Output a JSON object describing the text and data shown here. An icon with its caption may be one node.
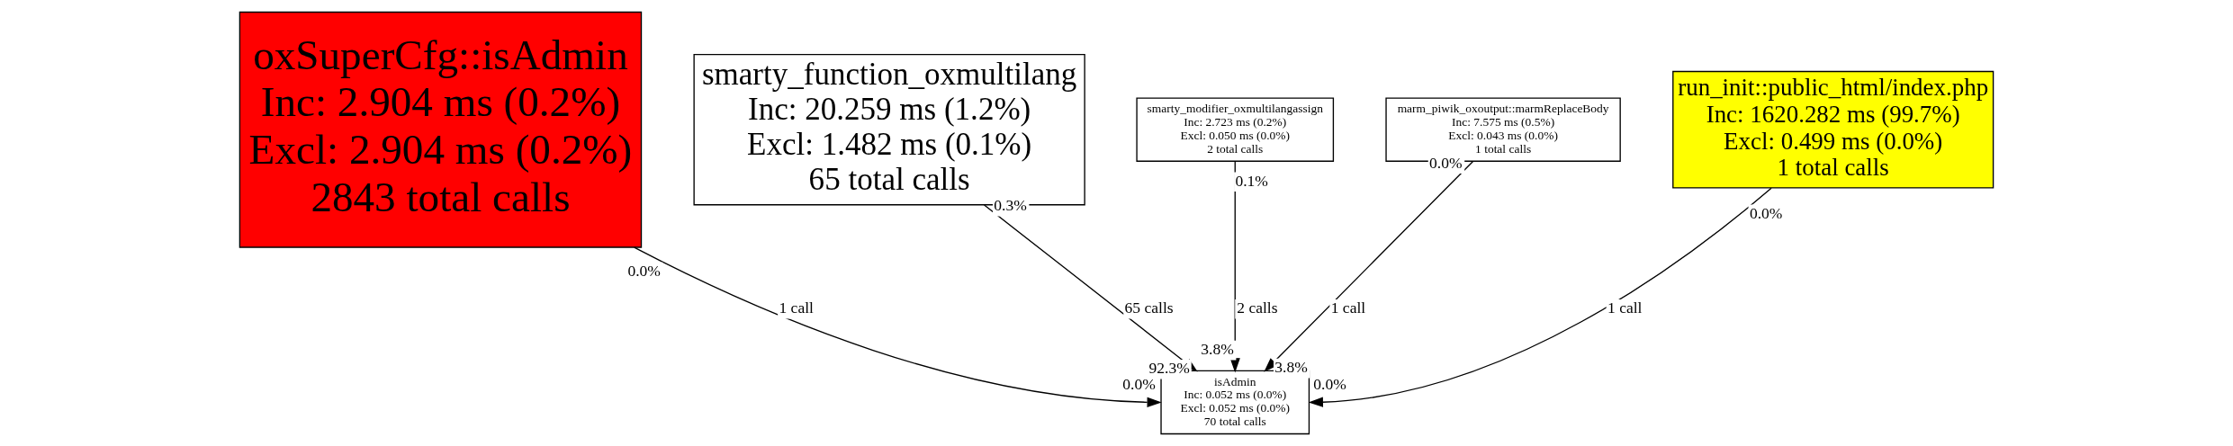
{
  "diagram": {
    "nodes": [
      {
        "text": [
          "oxSuperCfg::isAdmin",
          "Inc: 2.904 ms (0.2%)",
          "Excl: 2.904 ms (0.2%)",
          "2843 total calls"
        ]
      },
      {
        "text": [
          "smarty_function_oxmultilang",
          "Inc: 20.259 ms (1.2%)",
          "Excl: 1.482 ms (0.1%)",
          "65 total calls"
        ]
      },
      {
        "text": [
          "smarty_modifier_oxmultilangassign",
          "Inc: 2.723 ms (0.2%)",
          "Excl: 0.050 ms (0.0%)",
          "2 total calls"
        ]
      },
      {
        "text": [
          "marm_piwik_oxoutput::marmReplaceBody",
          "Inc: 7.575 ms (0.5%)",
          "Excl: 0.043 ms (0.0%)",
          "1 total calls"
        ]
      },
      {
        "text": [
          "run_init::public_html/index.php",
          "Inc: 1620.282 ms (99.7%)",
          "Excl: 0.499 ms (0.0%)",
          "1 total calls"
        ]
      },
      {
        "text": [
          "isAdmin",
          "Inc: 0.052 ms (0.0%)",
          "Excl: 0.052 ms (0.0%)",
          "70 total calls"
        ]
      }
    ],
    "edges": [
      {
        "from": 0,
        "to": 5,
        "arrow": "to",
        "label": "1 call"
      },
      {
        "from": 1,
        "to": 5,
        "arrow": "to",
        "label": "65 calls"
      },
      {
        "from": 2,
        "to": 5,
        "arrow": "to",
        "label": "2 calls"
      },
      {
        "from": 3,
        "to": 5,
        "arrow": "to",
        "label": "1 call"
      },
      {
        "from": 4,
        "to": 5,
        "arrow": "to",
        "label": "1 call"
      }
    ],
    "labels": [
      "0.1%",
      "0.0%",
      "0.3%",
      "0.0%",
      "0.0%",
      "92.3%",
      "3.8%",
      "3.8%",
      "0.0%",
      "0.0%"
    ]
  }
}
